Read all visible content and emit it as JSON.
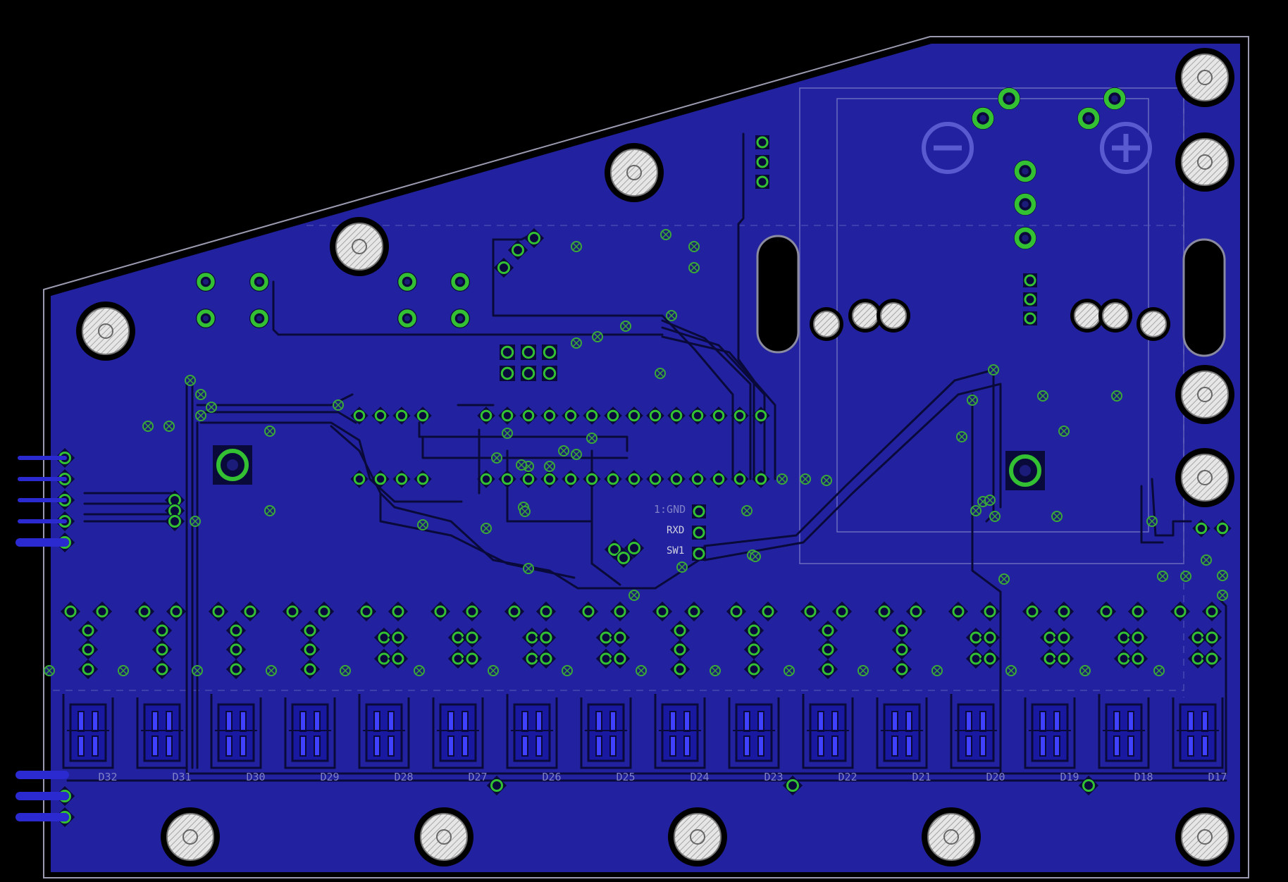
{
  "colors": {
    "background": "#000000",
    "copper_pour": "#2222a0",
    "trace_dark": "#0a0a3a",
    "pad": "#33c033",
    "silkscreen": "#8080c8",
    "hole_fill": "#dcdcdc"
  },
  "board": {
    "header_labels": [
      "1:GND",
      "RXD",
      "SW1"
    ],
    "battery_symbols": [
      "⊖",
      "⊕"
    ],
    "led_labels": [
      "D32",
      "D31",
      "D30",
      "D29",
      "D28",
      "D27",
      "D26",
      "D25",
      "D24",
      "D23",
      "D22",
      "D21",
      "D20",
      "D19",
      "D18",
      "D17"
    ]
  }
}
